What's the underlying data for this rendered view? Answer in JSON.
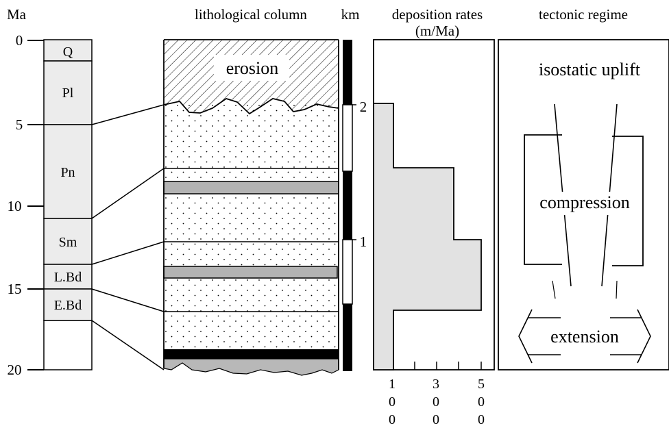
{
  "headers": {
    "ma": "Ma",
    "lithological_column": "lithological column",
    "km": "km",
    "deposition_rates_line1": "deposition rates",
    "deposition_rates_line2": "(m/Ma)",
    "tectonic_regime": "tectonic regime"
  },
  "ma_ticks": [
    "0",
    "5",
    "10",
    "15",
    "20"
  ],
  "stages": [
    {
      "label": "Q",
      "from_ma": 0,
      "to_ma": 1.25
    },
    {
      "label": "Pl",
      "from_ma": 1.25,
      "to_ma": 5
    },
    {
      "label": "Pn",
      "from_ma": 5,
      "to_ma": 10.7
    },
    {
      "label": "Sm",
      "from_ma": 10.7,
      "to_ma": 13.5
    },
    {
      "label": "L.Bd",
      "from_ma": 13.5,
      "to_ma": 15
    },
    {
      "label": "E.Bd",
      "from_ma": 15,
      "to_ma": 17
    },
    {
      "label": "",
      "from_ma": 17,
      "to_ma": 20
    }
  ],
  "lithology": {
    "erosion_label": "erosion"
  },
  "km_ticks": [
    "2",
    "1"
  ],
  "deposition_rates": {
    "tick_labels": [
      "1\n0\n0",
      "3\n0\n0",
      "5\n0\n0"
    ]
  },
  "tectonic": {
    "isostatic_uplift": "isostatic uplift",
    "compression": "compression",
    "extension": "extension"
  }
}
